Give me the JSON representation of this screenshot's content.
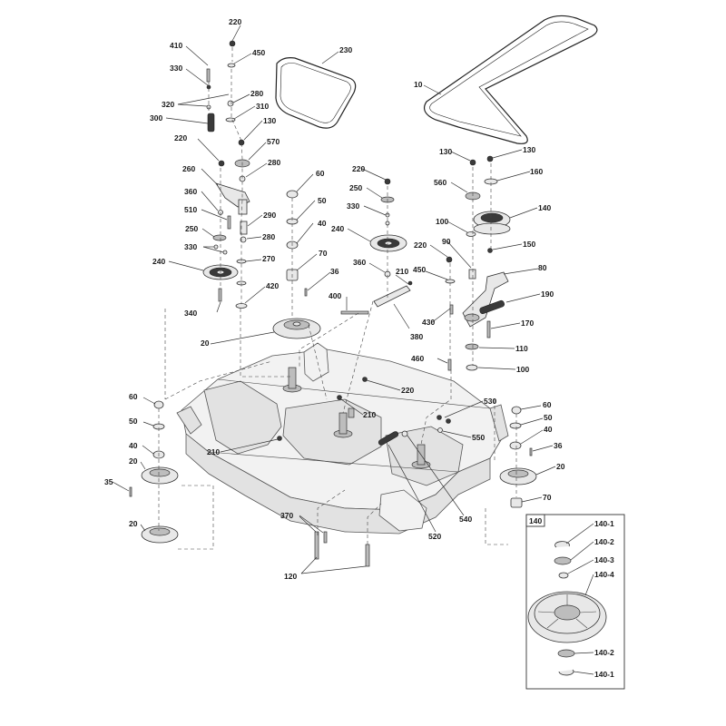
{
  "labels": {
    "p220a": "220",
    "p410": "410",
    "p450a": "450",
    "p230": "230",
    "p330a": "330",
    "p10": "10",
    "p320": "320",
    "p280a": "280",
    "p310": "310",
    "p300": "300",
    "p130a": "130",
    "p220b": "220",
    "p570": "570",
    "p280b": "280",
    "p260": "260",
    "p60a": "60",
    "p360a": "360",
    "p50a": "50",
    "p510": "510",
    "p290": "290",
    "p40a": "40",
    "p250a": "250",
    "p280c": "280",
    "p330b": "330",
    "p270": "270",
    "p70a": "70",
    "p240a": "240",
    "p420": "420",
    "p36a": "36",
    "p340": "340",
    "p20a": "20",
    "p400": "400",
    "p220c": "220",
    "p250b": "250",
    "p330c": "330",
    "p240b": "240",
    "p360b": "360",
    "p210a": "210",
    "p380": "380",
    "p130b": "130",
    "p130c": "130",
    "p560": "560",
    "p160": "160",
    "p140a": "140",
    "p100a": "100",
    "p150": "150",
    "p90": "90",
    "p220d": "220",
    "p450b": "450",
    "p80": "80",
    "p190": "190",
    "p430": "430",
    "p170": "170",
    "p110": "110",
    "p460": "460",
    "p100b": "100",
    "p220e": "220",
    "p210b": "210",
    "p530": "530",
    "p550": "550",
    "p210c": "210",
    "p60b": "60",
    "p50b": "50",
    "p40b": "40",
    "p20b": "20",
    "p35": "35",
    "p20c": "20",
    "p60c": "60",
    "p50c": "50",
    "p40c": "40",
    "p36b": "36",
    "p20d": "20",
    "p70b": "70",
    "p370": "370",
    "p120": "120",
    "p520": "520",
    "p540": "540"
  },
  "inset": {
    "title": "140",
    "parts": [
      "140-1",
      "140-2",
      "140-3",
      "140-4",
      "140-2",
      "140-1"
    ]
  }
}
